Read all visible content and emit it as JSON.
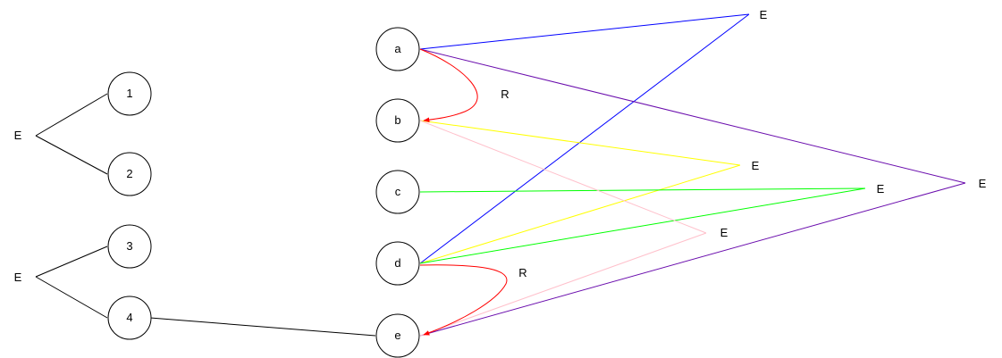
{
  "nodes": {
    "n1": "1",
    "n2": "2",
    "n3": "3",
    "n4": "4",
    "a": "a",
    "b": "b",
    "c": "c",
    "d": "d",
    "e": "e"
  },
  "hubs": {
    "left_top": "E",
    "left_bottom": "E",
    "blue": "E",
    "yellow": "E",
    "green": "E",
    "pink": "E",
    "purple": "E"
  },
  "relations": {
    "a_to_b": "R",
    "d_to_e": "R"
  },
  "colors": {
    "blue": "#0000ff",
    "yellow": "#ffff00",
    "green": "#00ff00",
    "pink": "#ffc0cb",
    "purple": "#6a0dad",
    "red": "#ff0000",
    "black": "#000000"
  }
}
